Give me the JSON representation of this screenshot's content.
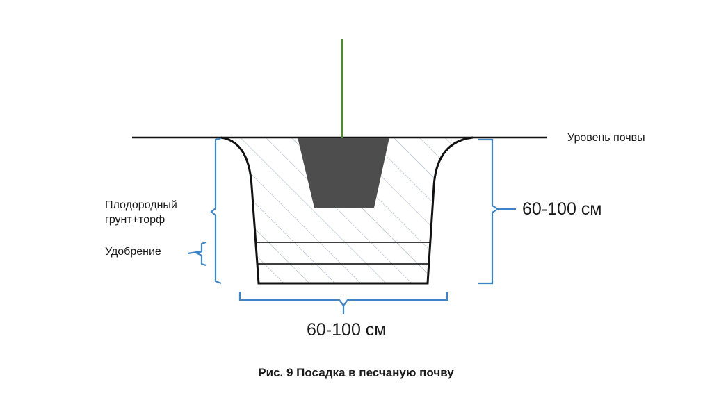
{
  "labels": {
    "soil_level": "Уровень почвы",
    "fertile_soil_line1": "Плодородный",
    "fertile_soil_line2": "грунт+торф",
    "fertilizer": "Удобрение",
    "depth_dimension": "60-100 см",
    "width_dimension": "60-100 см"
  },
  "caption": "Рис. 9  Посадка в песчаную почву",
  "colors": {
    "outline": "#111111",
    "bracket": "#3d85c6",
    "hatch": "#9aa9bd",
    "seedling_pot": "#4d4d4d",
    "stem": "#4c8a2c"
  }
}
